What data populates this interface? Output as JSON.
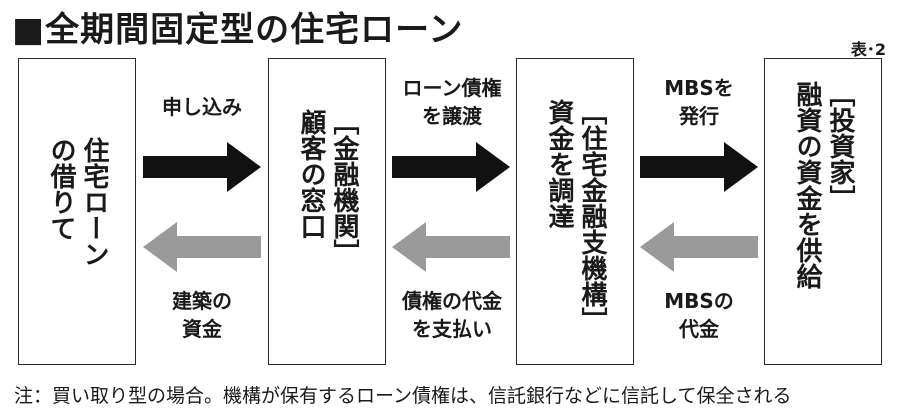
{
  "title": "■全期間固定型の住宅ローン",
  "figure_label": "表･2",
  "boxes": {
    "borrower": "住宅ローン\nの借りて",
    "financial_institution": "［金融機関］\n顧客の窓口",
    "housing_finance_agency": "［住宅金融支機構］\n資金を調達",
    "investors": "［投資家］\n融資の資金を供給"
  },
  "flows": {
    "apply": "申し込み",
    "transfer_claims": "ローン債権\nを譲渡",
    "issue_mbs": "MBSを\n発行",
    "construction_funds": "建築の\n資金",
    "pay_claim_price": "債権の代金\nを支払い",
    "mbs_price": "MBSの\n代金"
  },
  "colors": {
    "forward_arrow": "#111111",
    "return_arrow": "#9a9a9a",
    "box_border": "#2a2a2a"
  },
  "note": "注：買い取り型の場合。機構が保有するローン債権は、信託銀行などに信託して保全される"
}
